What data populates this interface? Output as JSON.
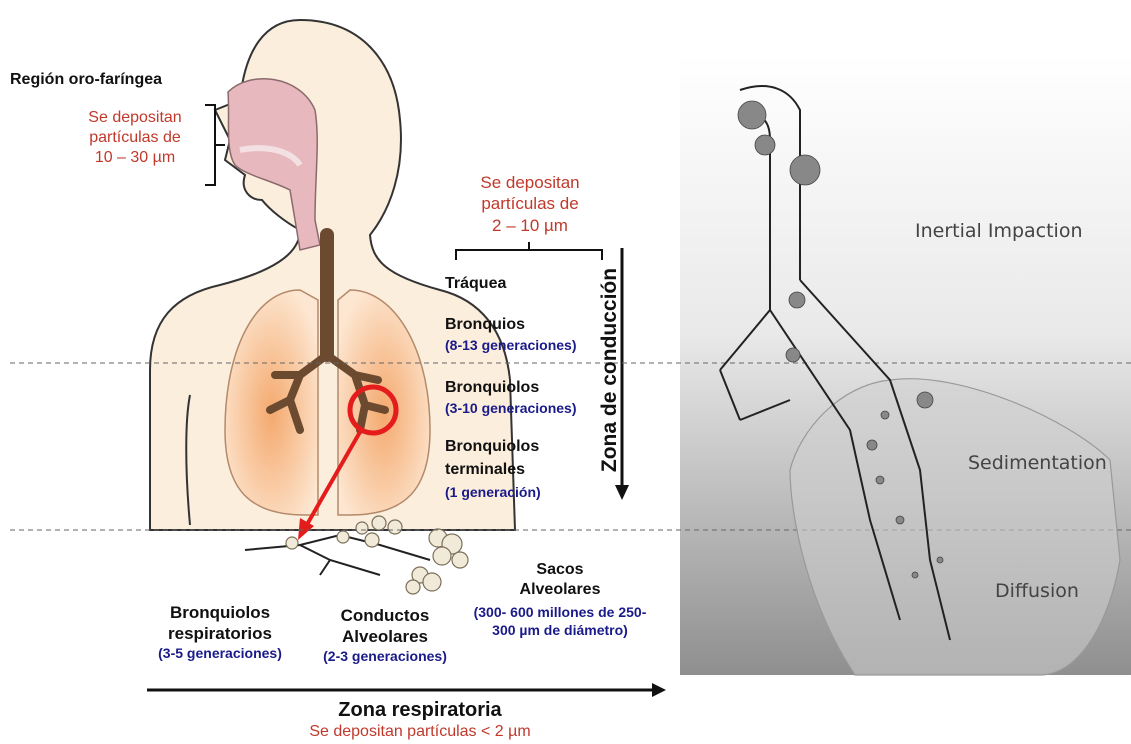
{
  "colors": {
    "red_text": "#c0392b",
    "blue_text": "#1a1a8a",
    "black_text": "#111111",
    "skin": "#fbeedd",
    "lung": "#f6c69a",
    "bronchi": "#6b4a30",
    "highlight_circle": "#e51c1c",
    "panel_gradient_top": "#ffffff",
    "panel_gradient_bottom": "#9a9a9a"
  },
  "labels": {
    "oro_title": "Región oro-faríngea",
    "oro_dep_1": "Se depositan",
    "oro_dep_2": "partículas de",
    "oro_dep_3": "10 – 30 µm",
    "cond_dep_1": "Se depositan",
    "cond_dep_2": "partículas de",
    "cond_dep_3": "2 – 10 µm",
    "traquea": "Tráquea",
    "bronquios": "Bronquios",
    "bronquios_gen": "(8-13 generaciones)",
    "bronquiolos": "Bronquiolos",
    "bronquiolos_gen": "(3-10 generaciones)",
    "bronq_term_1": "Bronquiolos",
    "bronq_term_2": "terminales",
    "bronq_term_gen": "(1 generación)",
    "zona_conduccion": "Zona de conducción",
    "sacos_1": "Sacos",
    "sacos_2": "Alveolares",
    "sacos_gen_1": "(300- 600 millones de 250-",
    "sacos_gen_2": "300 µm de diámetro)",
    "bronq_resp_1": "Bronquiolos",
    "bronq_resp_2": "respiratorios",
    "bronq_resp_gen": "(3-5 generaciones)",
    "conductos_1": "Conductos",
    "conductos_2": "Alveolares",
    "conductos_gen": "(2-3 generaciones)",
    "zona_respiratoria": "Zona respiratoria",
    "resp_dep": "Se depositan partículas < 2 µm",
    "inertial": "Inertial Impaction",
    "sedimentation": "Sedimentation",
    "diffusion": "Diffusion"
  },
  "icons": {
    "head_torso": "human-silhouette",
    "lungs": "lungs-illustration",
    "alveoli": "alveoli-cluster",
    "airway": "airway-branch-diagram"
  }
}
